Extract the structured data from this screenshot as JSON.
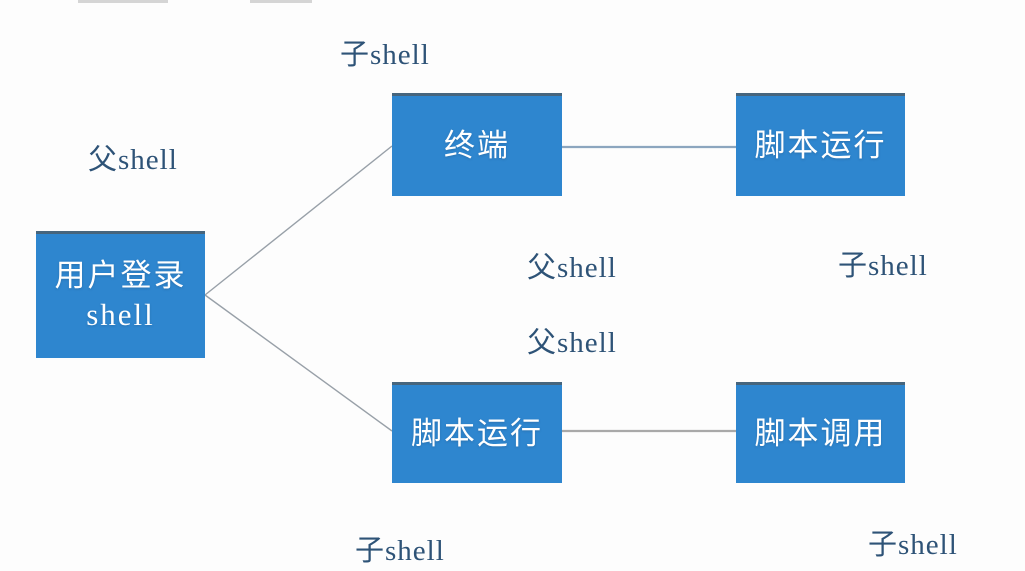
{
  "diagram": {
    "title": "shell parent-child relationship diagram",
    "colors": {
      "background": "#fdfdfd",
      "node_fill": "#2e86cf",
      "node_top_edge": "#46657d",
      "node_text": "#ffffff",
      "label_text": "#2e5377",
      "connector_diagonal": "#98a0a8",
      "connector_horizontal_top": "#8ca6bf",
      "connector_horizontal_bottom": "#a9a9a9"
    },
    "nodes": {
      "user_login_shell": {
        "label": "用户登录\nshell"
      },
      "terminal": {
        "label": "终端"
      },
      "script_run_top": {
        "label": "脚本运行"
      },
      "script_run_bottom": {
        "label": "脚本运行"
      },
      "script_call": {
        "label": "脚本调用"
      }
    },
    "labels": {
      "parent_shell_top_left": "父shell",
      "child_shell_top": "子shell",
      "parent_shell_mid_upper": "父shell",
      "parent_shell_mid_lower": "父shell",
      "child_shell_right": "子shell",
      "child_shell_bottom_left": "子shell",
      "child_shell_bottom_right": "子shell"
    },
    "edges": [
      {
        "from": "user_login_shell",
        "to": "terminal"
      },
      {
        "from": "user_login_shell",
        "to": "script_run_bottom"
      },
      {
        "from": "terminal",
        "to": "script_run_top"
      },
      {
        "from": "script_run_bottom",
        "to": "script_call"
      }
    ]
  }
}
